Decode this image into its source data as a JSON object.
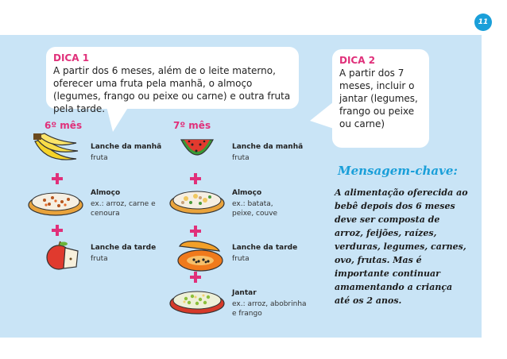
{
  "page": {
    "number": "11"
  },
  "tips": {
    "tip1": {
      "title": "DICA 1",
      "text": "A partir dos 6 meses, além de o leite materno, oferecer uma fruta pela manhã, o almoço (legumes, frango ou peixe ou carne) e outra fruta pela tarde."
    },
    "tip2": {
      "title": "DICA 2",
      "text": "A partir dos 7 meses, incluir o jantar (legumes, frango ou peixe ou carne)"
    }
  },
  "month6": {
    "label": "6º mês",
    "meals": [
      {
        "title": "Lanche da manhã",
        "desc": "fruta",
        "icon": "banana-icon"
      },
      {
        "title": "Almoço",
        "desc": "ex.: arroz, carne e cenoura",
        "icon": "lunch-plate-icon"
      },
      {
        "title": "Lanche da tarde",
        "desc": "fruta",
        "icon": "apple-icon"
      }
    ]
  },
  "month7": {
    "label": "7º mês",
    "meals": [
      {
        "title": "Lanche da manhã",
        "desc": "fruta",
        "icon": "watermelon-icon"
      },
      {
        "title": "Almoço",
        "desc": "ex.: batata, peixe, couve",
        "icon": "lunch-plate-icon"
      },
      {
        "title": "Lanche da tarde",
        "desc": "fruta",
        "icon": "papaya-icon"
      },
      {
        "title": "Jantar",
        "desc": "ex.: arroz, abobrinha e frango",
        "icon": "dinner-plate-icon"
      }
    ]
  },
  "key_message": {
    "title": "Mensagem-chave:",
    "text": "A alimentação oferecida ao bebê depois dos 6 meses deve ser composta de arroz, feijões, raízes, verduras, legumes, carnes, ovo, frutas. Mas é importante continuar amamentando a criança até os 2 anos."
  },
  "colors": {
    "accent": "#e0307a",
    "blue": "#1a9fd9",
    "panel": "#c9e4f6"
  }
}
